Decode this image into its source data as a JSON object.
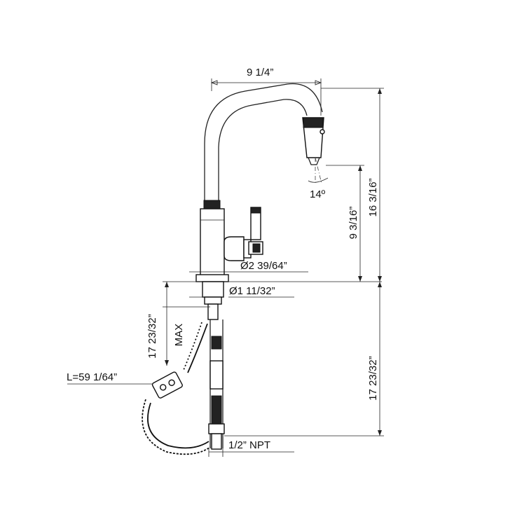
{
  "dimensions": {
    "spout_reach": "9 1/4”",
    "spray_angle": "14º",
    "spout_height": "9 3/16”",
    "total_height": "16 3/16”",
    "base_diameter": "Ø2 39/64”",
    "shank_diameter": "Ø1 11/32”",
    "max_below": "17 23/32”",
    "max_label": "MAX",
    "below_deck": "17 23/32”",
    "hose_length": "L=59 1/64”",
    "connection": "1/2” NPT"
  }
}
